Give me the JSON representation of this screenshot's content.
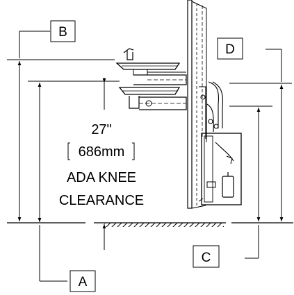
{
  "labels": {
    "a": "A",
    "b": "B",
    "c": "C",
    "d": "D"
  },
  "clearance": {
    "height_in": "27\"",
    "height_mm": "686mm",
    "line1": "ADA KNEE",
    "line2": "CLEARANCE"
  }
}
